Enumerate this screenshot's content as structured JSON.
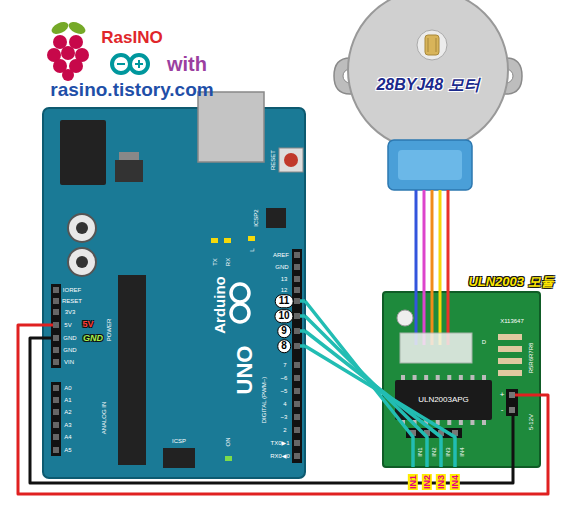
{
  "diagram": {
    "nodes": [
      {
        "text": [
          "28BYJ48 모터"
        ]
      },
      {
        "text": [
          "Arduino",
          "UNO"
        ]
      },
      {
        "text": [
          "ULN2003 모듈"
        ]
      },
      {
        "text": [
          "ULN2003APG"
        ],
        "in": 2
      }
    ],
    "edges": [
      {
        "from": 0,
        "to": 2,
        "arrow": "none"
      },
      {
        "from": 1,
        "to": 2,
        "arrow": "none"
      },
      {
        "from": 1,
        "to": 2,
        "arrow": "none"
      },
      {
        "from": 1,
        "to": 2,
        "arrow": "none"
      },
      {
        "from": 1,
        "to": 2,
        "arrow": "none"
      },
      {
        "from": 1,
        "to": 2,
        "arrow": "none"
      },
      {
        "from": 1,
        "to": 2,
        "arrow": "none"
      }
    ],
    "labels": [
      "RasINO",
      "with",
      "rasino.tistory.com",
      "RESET",
      "ICSP2",
      "L",
      "TX",
      "RX",
      "AREF",
      "GND",
      "13",
      "12",
      "11",
      "10",
      "9",
      "8",
      "7",
      "~6",
      "~5",
      "4",
      "~3",
      "2",
      "TX0▶1",
      "RX0◀0",
      "DIGITAL (PWM~)",
      "IOREF",
      "RESET",
      "3V3",
      "5V",
      "GND",
      "GND",
      "VIN",
      "A0",
      "A1",
      "A2",
      "A3",
      "A4",
      "A5",
      "POWER",
      "ANALOG IN",
      "5V",
      "GND",
      "ICSP",
      "ON",
      "X113647",
      "D",
      "R5R6R7R8",
      "IN1",
      "IN2",
      "IN3",
      "IN4",
      "+",
      "-",
      "5-12V",
      "IN1",
      "IN2",
      "IN3",
      "IN4"
    ]
  }
}
